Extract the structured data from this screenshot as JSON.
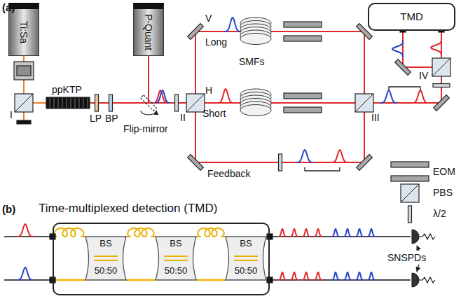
{
  "diagram": {
    "nodes": [
      {
        "text": [
          "Ti:Sa"
        ]
      },
      {
        "text": [
          "P-Quant"
        ]
      },
      {
        "text": [
          "TMD"
        ]
      },
      {
        "text": [
          "Time-multiplexed detection (TMD)"
        ]
      },
      {
        "text": [
          "BS",
          "50:50"
        ],
        "in": 3
      },
      {
        "text": [
          "BS",
          "50:50"
        ],
        "in": 3
      },
      {
        "text": [
          "BS",
          "50:50"
        ],
        "in": 3
      }
    ],
    "edges": [
      {
        "from": 4,
        "to": 5,
        "arrow": "none"
      },
      {
        "from": 5,
        "to": 6,
        "arrow": "none"
      }
    ],
    "labels": [
      "(a)",
      "I",
      "ppKTP",
      "LP",
      "BP",
      "Flip-mirror",
      "II",
      "V",
      "Long",
      "SMFs",
      "H",
      "Short",
      "III",
      "IV",
      "Feedback",
      "(b)",
      "SNSPDs"
    ],
    "legend": [
      {
        "text": "EOM"
      },
      {
        "text": "PBS"
      },
      {
        "text": "λ/2"
      }
    ]
  }
}
